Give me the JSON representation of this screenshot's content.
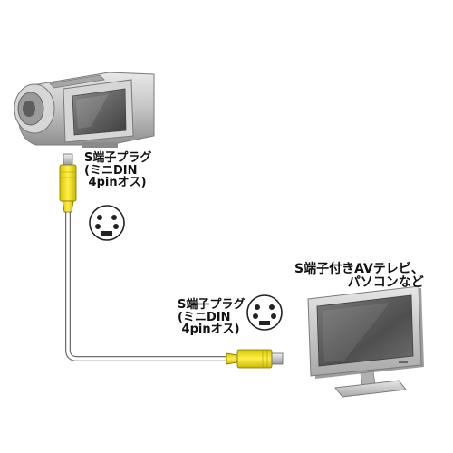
{
  "labels": {
    "top_plug": {
      "line1": "S端子プラグ",
      "line2": "ミニDIN",
      "line3": "4pinオス"
    },
    "mid_plug": {
      "line1": "S端子プラグ",
      "line2": "ミニDIN",
      "line3": "4pinオス"
    },
    "tv": {
      "line1": "S端子付きAVテレビ、",
      "line2": "パソコンなど"
    }
  },
  "colors": {
    "plug_yellow": "#f5e21a",
    "cable": "#ffffff",
    "device_gray": "#b7b7b7",
    "screen_dark": "#5a5a5a"
  },
  "icons": [
    "camcorder-icon",
    "tv-monitor-icon",
    "s-video-connector-icon"
  ]
}
